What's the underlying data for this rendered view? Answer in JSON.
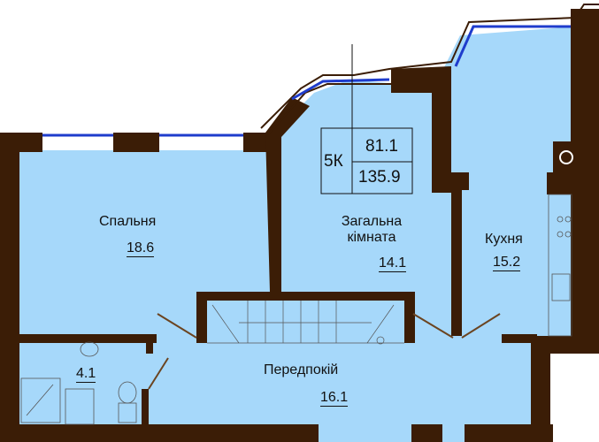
{
  "apartment": {
    "rooms_code": "5К",
    "living_area": "81.1",
    "total_area": "135.9"
  },
  "rooms": [
    {
      "name": "Спальня",
      "area": "18.6"
    },
    {
      "name": "Загальна кімната",
      "area": "14.1"
    },
    {
      "name": "Кухня",
      "area": "15.2"
    },
    {
      "name": "Передпокій",
      "area": "16.1"
    },
    {
      "name": "",
      "area": "4.1"
    }
  ],
  "colors": {
    "floor": "#a6d8fa",
    "wall": "#3b1d06",
    "window": "#1f3ccc"
  }
}
